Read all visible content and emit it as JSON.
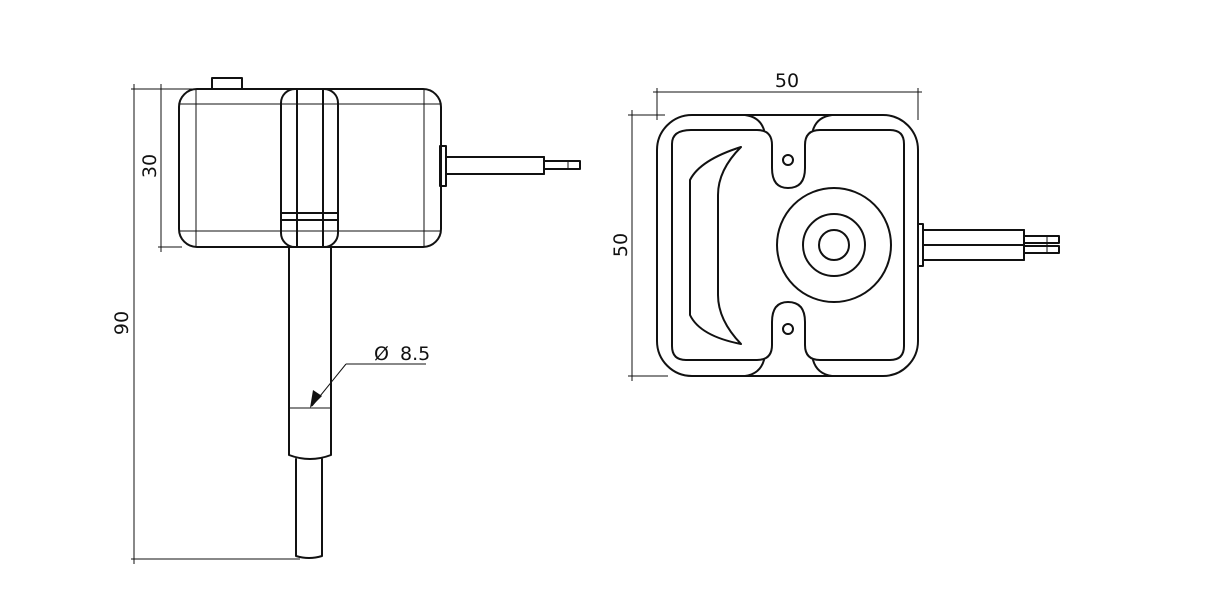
{
  "dimensions": {
    "side_view_height_total": "90",
    "side_view_body_height": "30",
    "diameter_symbol": "Ø",
    "diameter_value": "8.5",
    "top_view_width": "50",
    "top_view_height": "50"
  },
  "colors": {
    "line": "#111111",
    "background": "#ffffff"
  }
}
